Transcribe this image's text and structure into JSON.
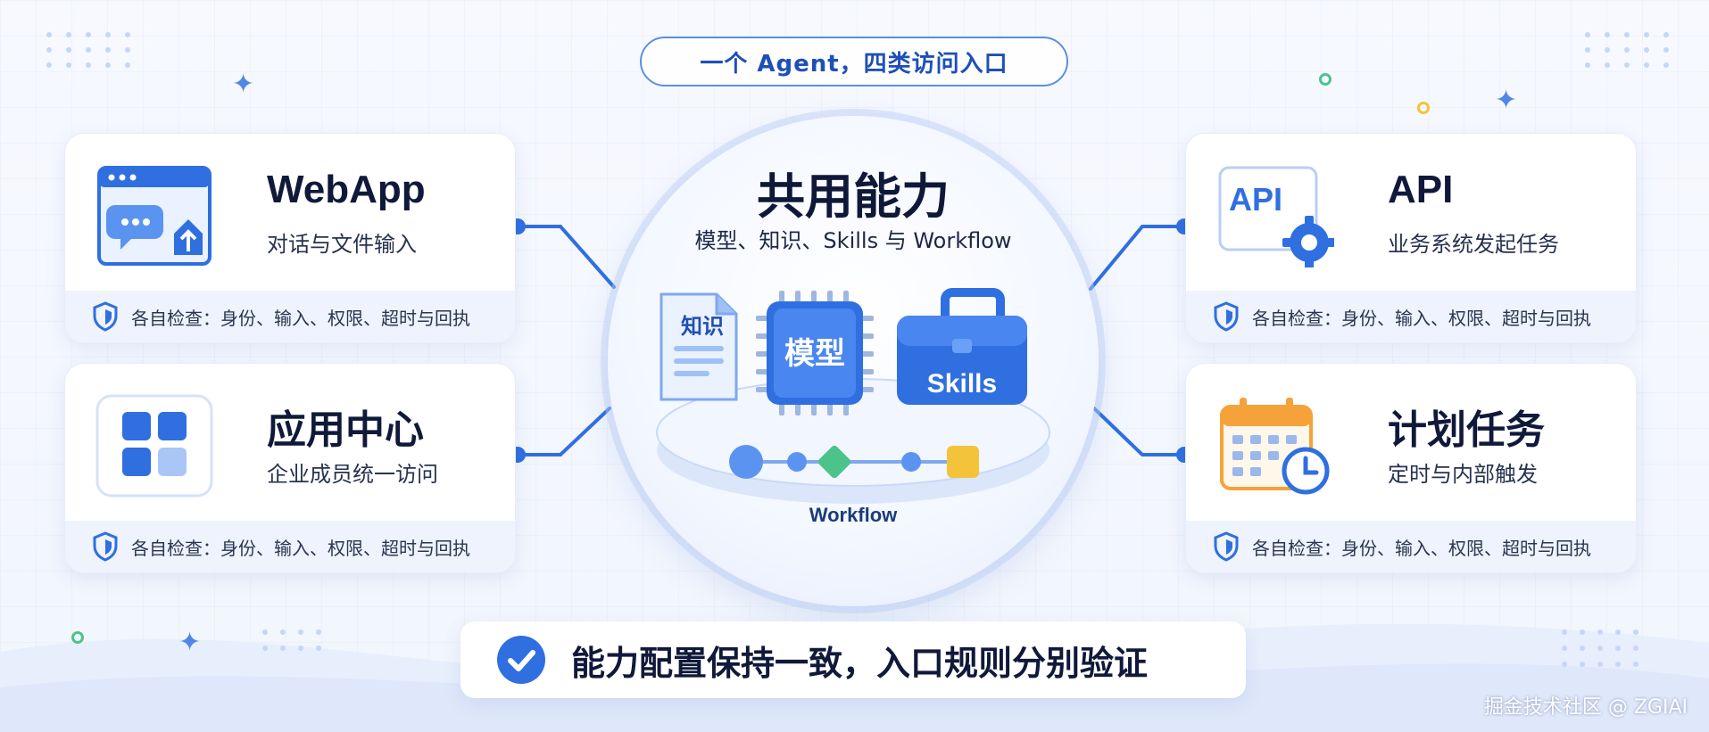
{
  "header": {
    "title": "一个 Agent，四类访问入口"
  },
  "center": {
    "title": "共用能力",
    "subtitle": "模型、知识、Skills 与 Workflow",
    "doc_label": "知识",
    "chip_label": "模型",
    "toolbox_label": "Skills",
    "workflow_label": "Workflow"
  },
  "cards": {
    "webapp": {
      "title": "WebApp",
      "subtitle": "对话与文件输入",
      "footer": "各自检查：身份、输入、权限、超时与回执"
    },
    "appcenter": {
      "title": "应用中心",
      "subtitle": "企业成员统一访问",
      "footer": "各自检查：身份、输入、权限、超时与回执"
    },
    "api": {
      "title": "API",
      "subtitle": "业务系统发起任务",
      "footer": "各自检查：身份、输入、权限、超时与回执",
      "icon_text": "API"
    },
    "schedule": {
      "title": "计划任务",
      "subtitle": "定时与内部触发",
      "footer": "各自检查：身份、输入、权限、超时与回执"
    }
  },
  "banner": {
    "text": "能力配置保持一致，入口规则分别验证"
  },
  "watermark": "掘金技术社区 @ ZGIAI",
  "colors": {
    "primary": "#2f6fe0",
    "accent_green": "#4cc38a",
    "accent_yellow": "#f3c43a",
    "orange": "#f5a23a"
  }
}
